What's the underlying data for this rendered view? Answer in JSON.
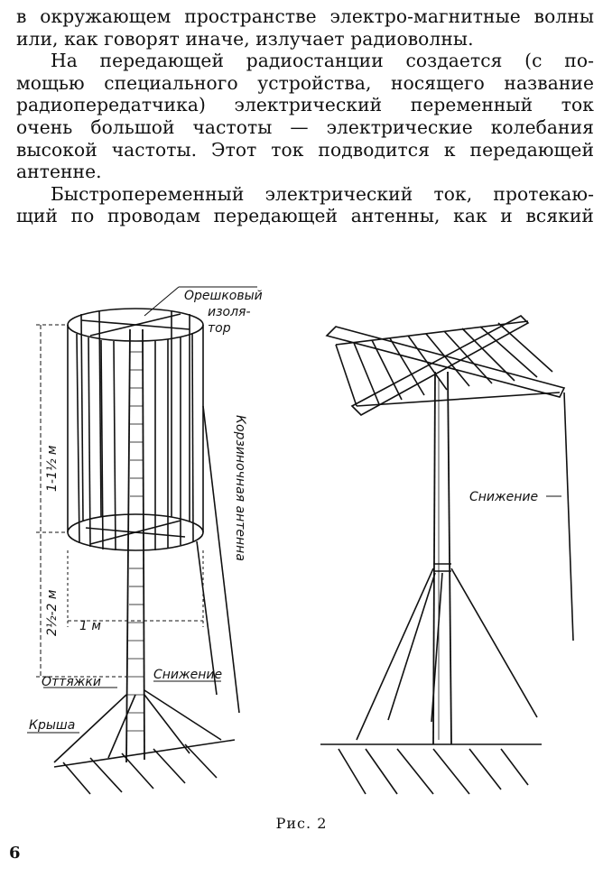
{
  "text": {
    "lines": [
      "в окружающем пространстве электро-магнитные волны",
      "или, как говорят иначе, излучает радиоволны.",
      "На передающей радиостанции создается (с по-",
      "мощью специального устройства, носящего название",
      "радиопередатчика) электрический переменный ток",
      "очень большой частоты — электрические колебания",
      "высокой частоты. Этот ток подводится к передающей",
      "антенне.",
      "Быстропеременный электрический ток, протекаю-",
      "щий по проводам передающей антенны, как и всякий"
    ]
  },
  "figure": {
    "labels": {
      "insulator_1": "Орешковый",
      "insulator_2": "изоля-",
      "insulator_3": "тор",
      "basket_antenna": "Корзиночная антенна",
      "height_basket": "1-1½ м",
      "height_mast": "2½-2 м",
      "diameter": "1 м",
      "braces": "Оттяжки",
      "downlead_left": "Снижение",
      "roof": "Крыша",
      "downlead_right": "Снижение"
    },
    "caption": "Рис. 2"
  },
  "page": {
    "number": "6"
  }
}
